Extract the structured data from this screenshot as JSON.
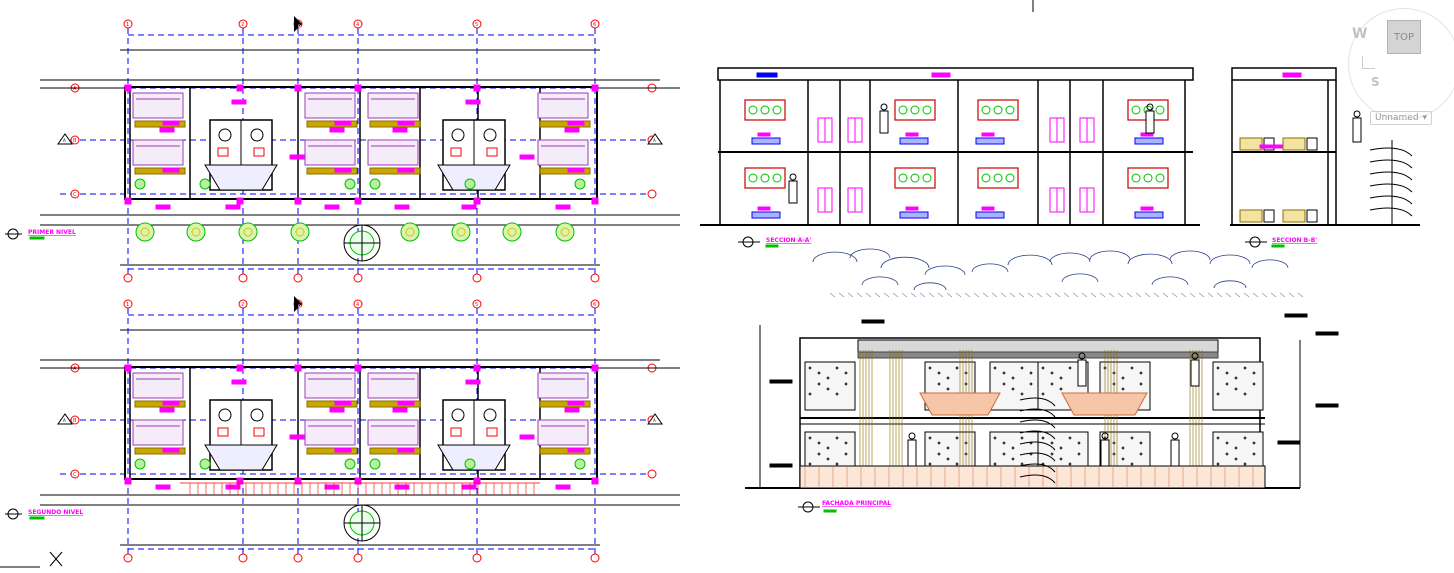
{
  "sheet": {
    "plan_upper": {
      "title": "PRIMER NIVEL",
      "grid_numbers": [
        "1",
        "2",
        "3",
        "4",
        "5",
        "6"
      ],
      "grid_letters": [
        "A",
        "B",
        "C"
      ],
      "section_tags": [
        "A",
        "A",
        "B"
      ]
    },
    "plan_lower": {
      "title": "SEGUNDO NIVEL",
      "grid_numbers": [
        "1",
        "2",
        "3",
        "4",
        "5",
        "6"
      ],
      "grid_letters": [
        "A",
        "B",
        "C"
      ],
      "section_tags": [
        "A",
        "A",
        "B"
      ]
    },
    "section_a": {
      "title": "SECCION A-A'"
    },
    "section_b": {
      "title": "SECCION B-B'"
    },
    "facade": {
      "title": "FACHADA PRINCIPAL"
    }
  },
  "viewcube": {
    "face_label": "TOP",
    "west_label": "W",
    "south_label": "S",
    "named_view": "Unnamed",
    "dropdown_glyph": "▾"
  },
  "colors": {
    "magenta": "#ff00ff",
    "blue": "#0000ff",
    "red": "#ff0000",
    "green": "#00c000",
    "yellow": "#e0c000",
    "plum": "#9b3db3",
    "brick": "#d06a3a"
  },
  "icons": [
    "north-arrow-icon",
    "section-marker-icon",
    "grid-bubble-icon",
    "tree-symbol-icon",
    "viewcube-icon",
    "ucs-icon"
  ]
}
